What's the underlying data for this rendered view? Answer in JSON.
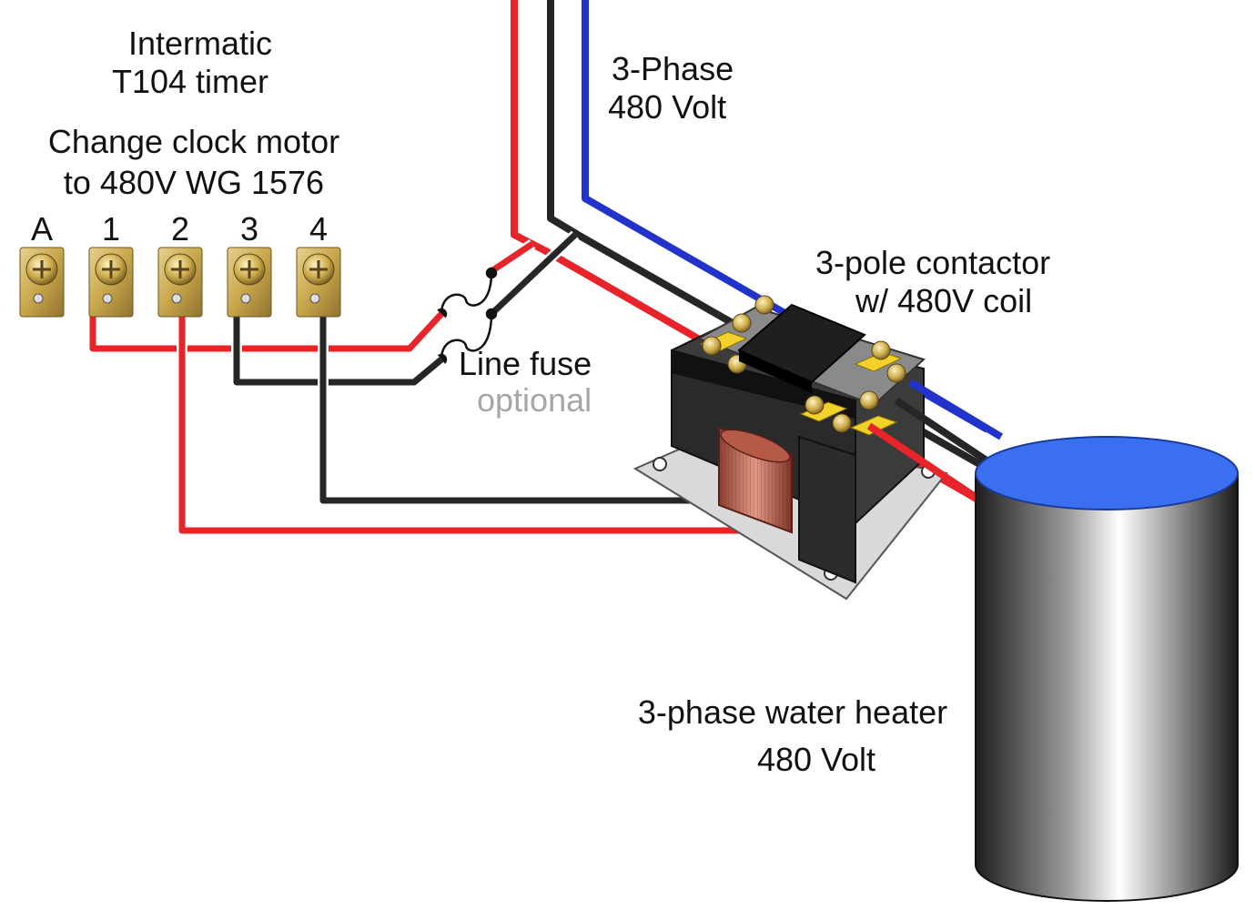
{
  "timer": {
    "title_line1": "Intermatic",
    "title_line2": "T104 timer",
    "note_line1": "Change clock motor",
    "note_line2": "to 480V WG 1576",
    "terminals": [
      "A",
      "1",
      "2",
      "3",
      "4"
    ]
  },
  "supply": {
    "line1": "3-Phase",
    "line2": "480 Volt"
  },
  "fuse": {
    "label": "Line fuse",
    "sublabel": "optional"
  },
  "contactor": {
    "line1": "3-pole contactor",
    "line2": "w/ 480V coil"
  },
  "heater": {
    "line1": "3-phase water heater",
    "line2": "480 Volt"
  },
  "colors": {
    "wire_red": "#e8232a",
    "wire_black": "#262626",
    "wire_blue": "#2233cc",
    "heater_top": "#3a6ff0",
    "terminal_brass": "#c8a64a",
    "coil_copper": "#c46a55",
    "contactor_yellow": "#f2d22a"
  }
}
